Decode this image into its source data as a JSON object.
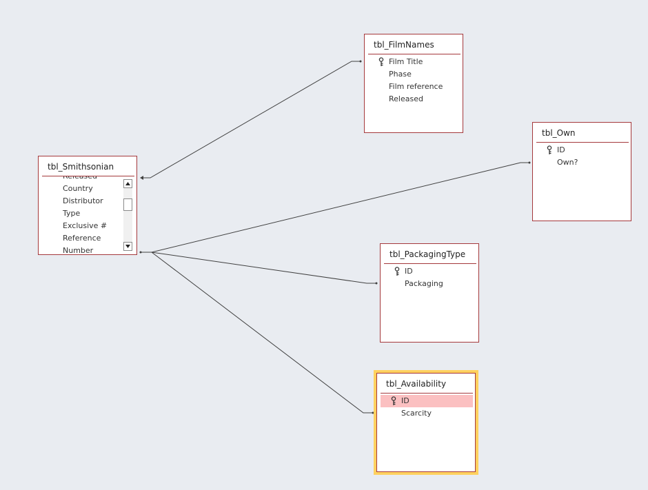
{
  "tables": {
    "smithsonian": {
      "name": "tbl_Smithsonian",
      "fields": [
        "Released",
        "Country",
        "Distributor",
        "Type",
        "Exclusive #",
        "Reference",
        "Number"
      ]
    },
    "filmnames": {
      "name": "tbl_FilmNames",
      "fields": [
        "Film Title",
        "Phase",
        "Film reference",
        "Released"
      ]
    },
    "own": {
      "name": "tbl_Own",
      "fields": [
        "ID",
        "Own?"
      ]
    },
    "packaging": {
      "name": "tbl_PackagingType",
      "fields": [
        "ID",
        "Packaging"
      ]
    },
    "availability": {
      "name": "tbl_Availability",
      "fields": [
        "ID",
        "Scarcity"
      ]
    }
  },
  "icons": {
    "primary_key": "key-icon",
    "scroll_up": "scroll-up-arrow-icon",
    "scroll_down": "scroll-down-arrow-icon"
  },
  "colors": {
    "canvas": "#e9ecf1",
    "table_border": "#a4373a",
    "selected_outline": "#ffd15f",
    "selected_field": "#fbc0c1",
    "relationship_line": "#3f3f3f"
  }
}
